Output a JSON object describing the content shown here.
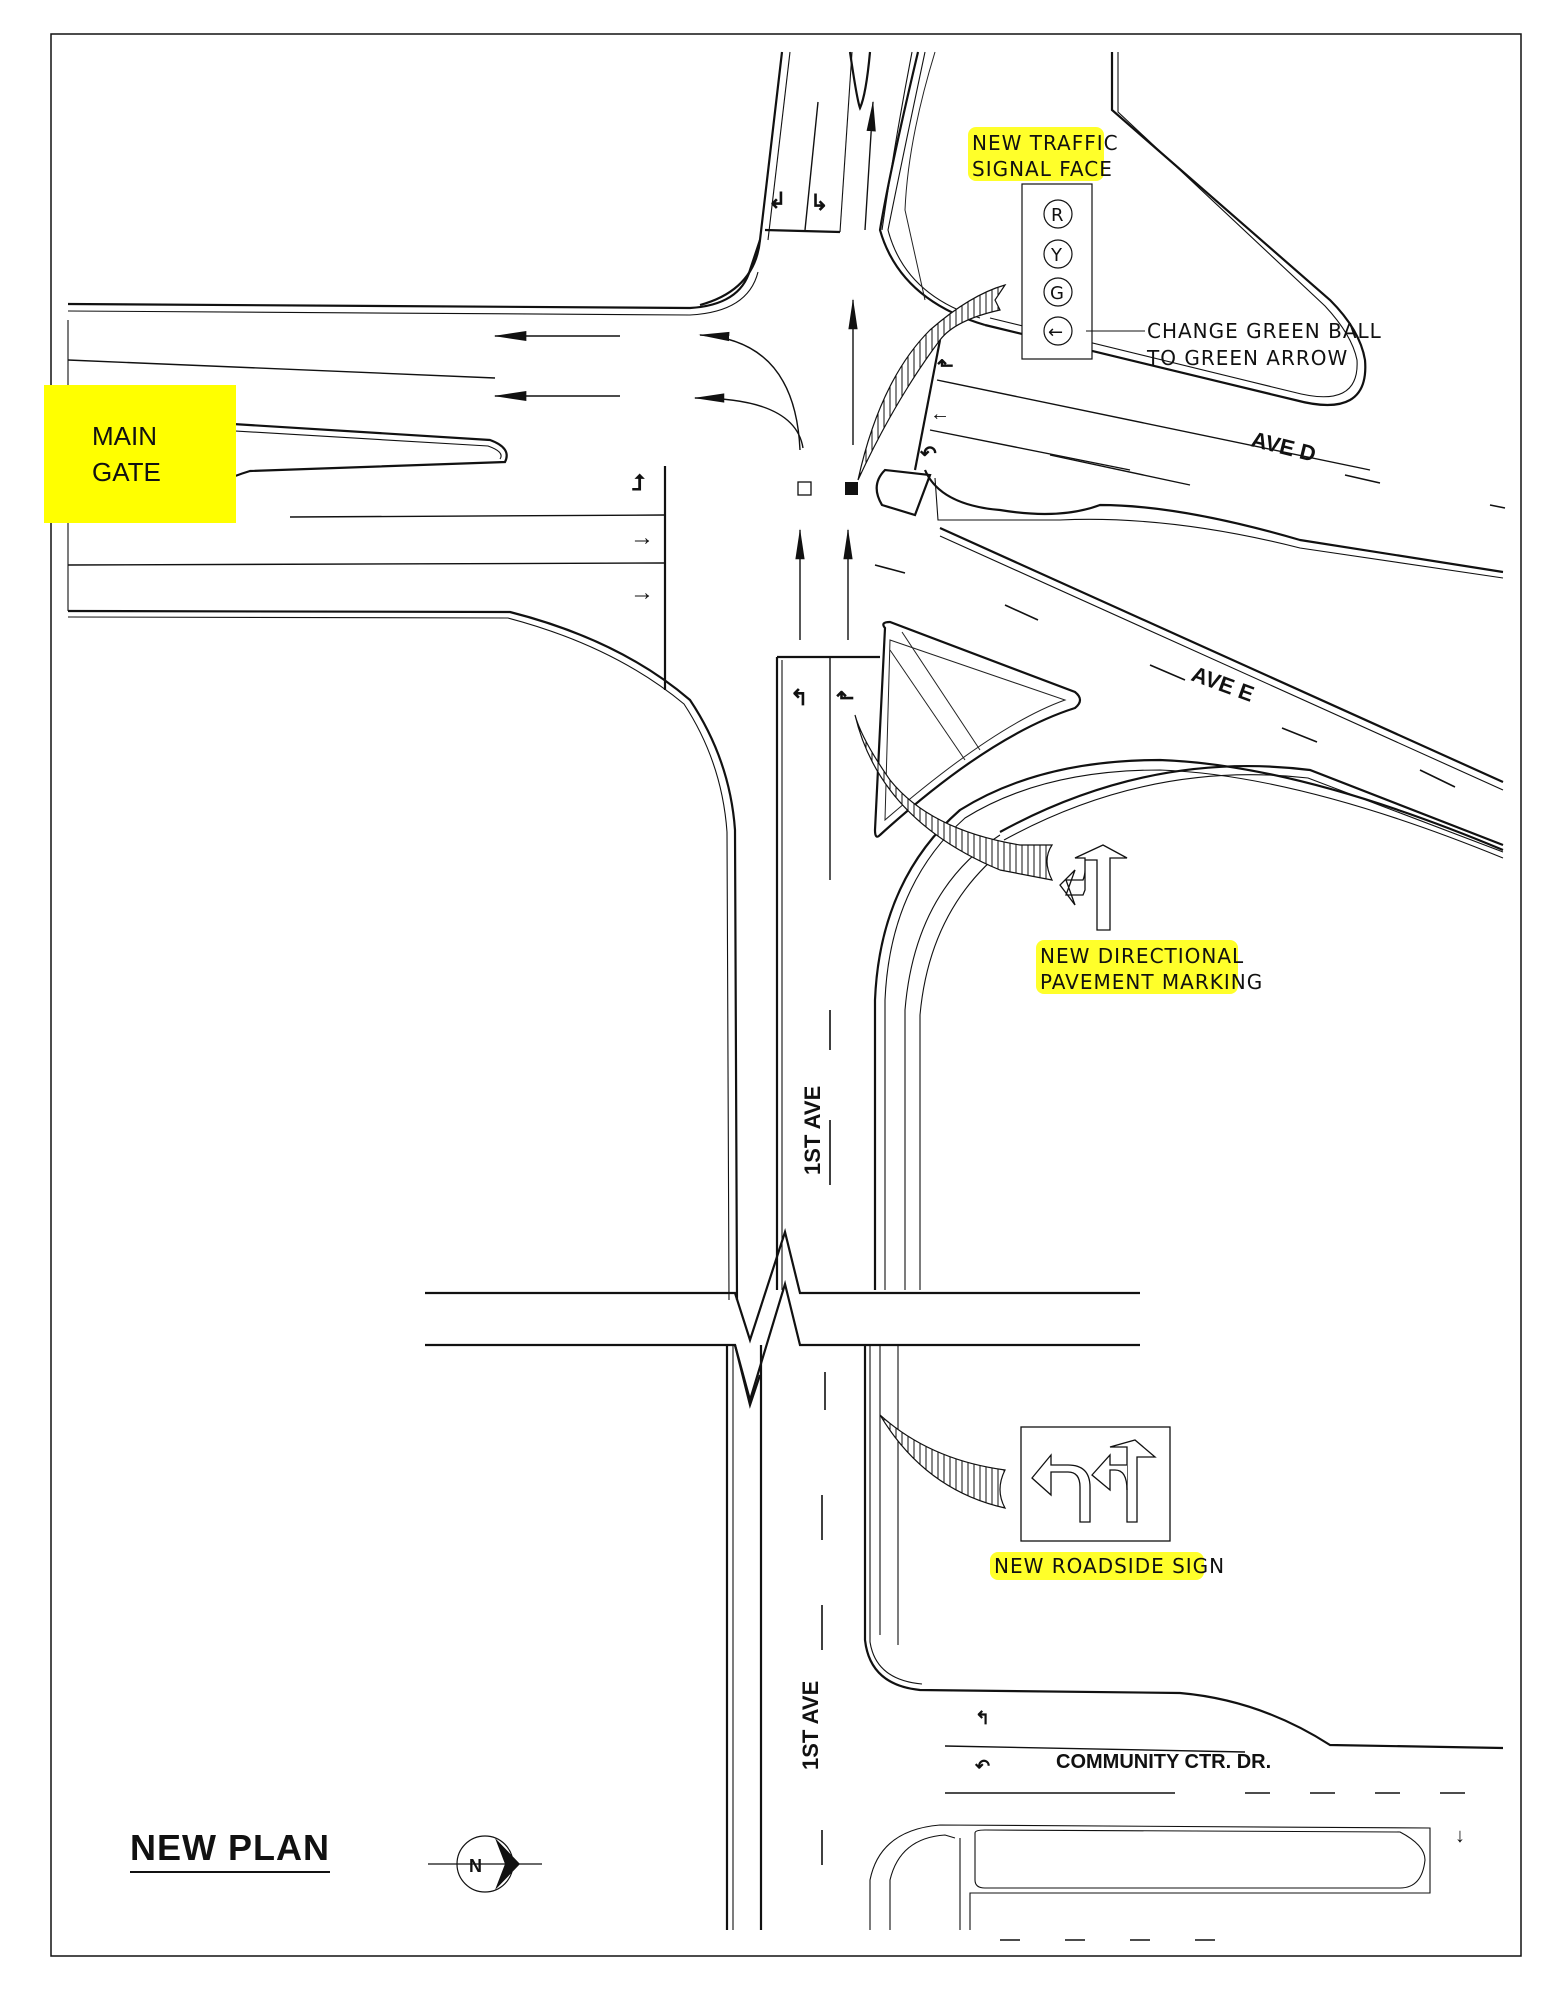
{
  "title": "NEW PLAN",
  "main_gate": {
    "line1": "MAIN",
    "line2": "GATE",
    "highlight_color": "#ffff00"
  },
  "streets": {
    "ave_d": "AVE D",
    "ave_e": "AVE E",
    "first_ave_upper": "1ST AVE",
    "first_ave_lower": "1ST AVE",
    "community_ctr_dr": "COMMUNITY CTR. DR."
  },
  "callouts": {
    "traffic_signal": {
      "line1": "NEW TRAFFIC",
      "line2": "SIGNAL FACE",
      "lenses": [
        "R",
        "Y",
        "G",
        "←"
      ],
      "note_line1": "CHANGE GREEN BALL",
      "note_line2": "TO GREEN ARROW"
    },
    "pavement_marking": {
      "line1": "NEW DIRECTIONAL",
      "line2": "PAVEMENT MARKING"
    },
    "roadside_sign": {
      "label": "NEW ROADSIDE SIGN"
    }
  },
  "north_arrow": {
    "label": "N"
  },
  "colors": {
    "highlight": "#ffff2a",
    "line": "#111111",
    "background": "#ffffff"
  }
}
